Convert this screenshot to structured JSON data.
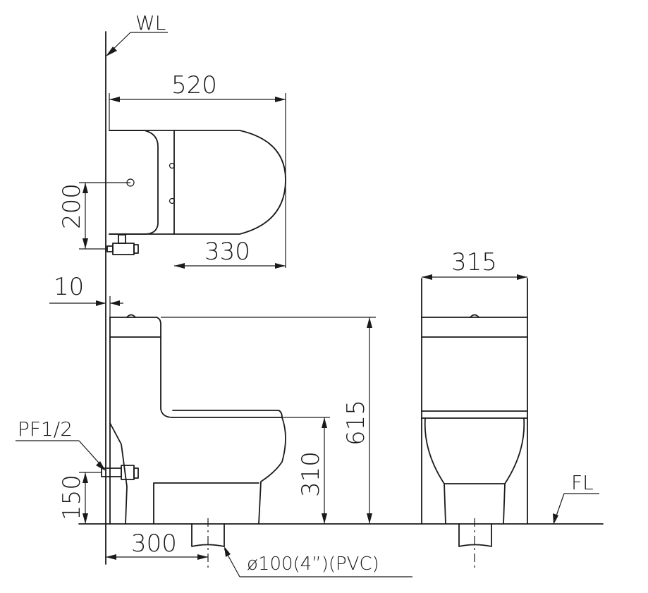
{
  "labels": {
    "wall_line": "WL",
    "floor_line": "FL",
    "supply_fitting": "PF1/2",
    "drain_pipe": "ø100(4”)(PVC)"
  },
  "dimensions": {
    "top_length": "520",
    "supply_height_top": "200",
    "bowl_front_offset": "330",
    "wall_gap": "10",
    "total_height": "615",
    "seat_height": "310",
    "supply_height_side": "150",
    "rough_in": "300",
    "front_width": "315"
  }
}
